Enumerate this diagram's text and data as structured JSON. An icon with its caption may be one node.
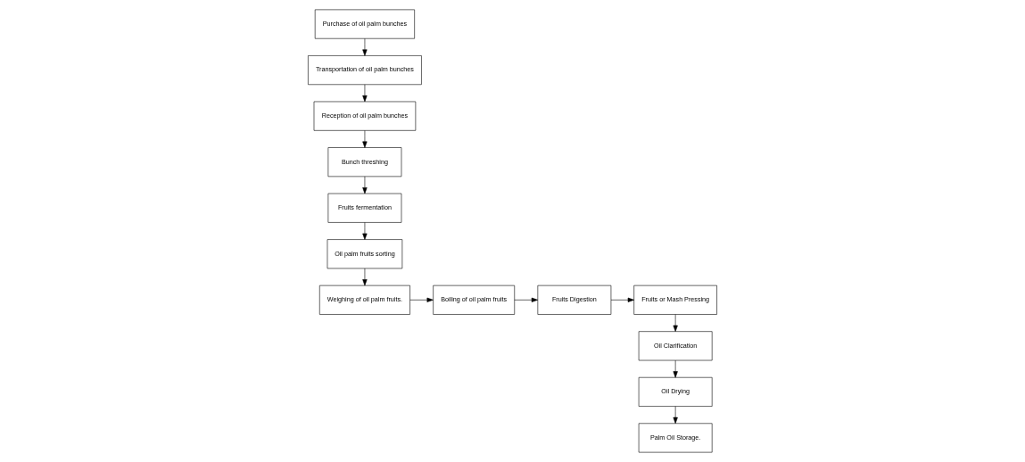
{
  "diagram": {
    "nodes": [
      {
        "text": [
          "Purchase of oil palm bunches"
        ]
      },
      {
        "text": [
          "Transportation of oil palm bunches"
        ]
      },
      {
        "text": [
          "Reception of oil palm bunches"
        ]
      },
      {
        "text": [
          "Bunch threshing"
        ]
      },
      {
        "text": [
          "Fruits fermentation"
        ]
      },
      {
        "text": [
          "Oil palm fruits sorting"
        ]
      },
      {
        "text": [
          "Weighing of oil palm fruits."
        ]
      },
      {
        "text": [
          "Boiling of oil palm fruits"
        ]
      },
      {
        "text": [
          "Fruits Digestion"
        ]
      },
      {
        "text": [
          "Fruits or Mash Pressing"
        ]
      },
      {
        "text": [
          "Oil Clarification"
        ]
      },
      {
        "text": [
          "Oil Drying"
        ]
      },
      {
        "text": [
          "Palm Oil Storage."
        ]
      }
    ],
    "edges": [
      {
        "from": 0,
        "to": 1,
        "arrow": "to"
      },
      {
        "from": 1,
        "to": 2,
        "arrow": "to"
      },
      {
        "from": 2,
        "to": 3,
        "arrow": "to"
      },
      {
        "from": 3,
        "to": 4,
        "arrow": "to"
      },
      {
        "from": 4,
        "to": 5,
        "arrow": "to"
      },
      {
        "from": 5,
        "to": 6,
        "arrow": "to"
      },
      {
        "from": 6,
        "to": 7,
        "arrow": "to"
      },
      {
        "from": 7,
        "to": 8,
        "arrow": "to"
      },
      {
        "from": 8,
        "to": 9,
        "arrow": "to"
      },
      {
        "from": 9,
        "to": 10,
        "arrow": "to"
      },
      {
        "from": 10,
        "to": 11,
        "arrow": "to"
      },
      {
        "from": 11,
        "to": 12,
        "arrow": "to"
      }
    ]
  }
}
